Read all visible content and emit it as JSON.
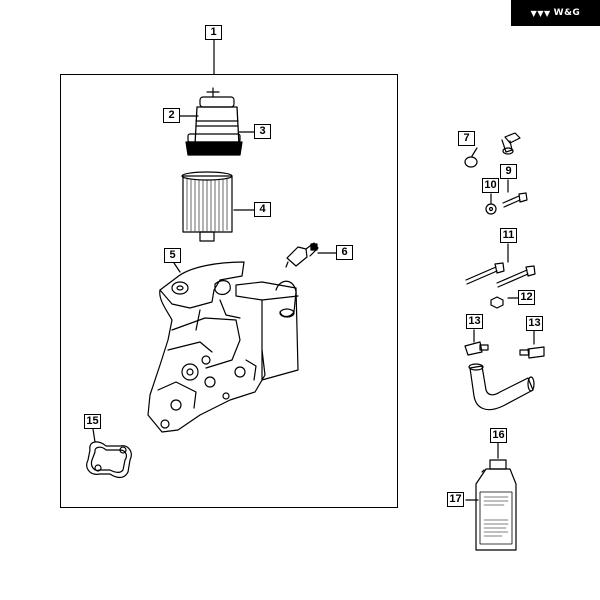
{
  "brand": {
    "icon": "wg-logo-icon",
    "text": "W&G"
  },
  "callouts": {
    "c1": "1",
    "c2": "2",
    "c3": "3",
    "c4": "4",
    "c5": "5",
    "c6": "6",
    "c7": "7",
    "c8": "9",
    "c9": "10",
    "c10": "11",
    "c11": "12",
    "c12": "13",
    "c13": "13",
    "c14": "15",
    "c15": "16",
    "c16": "17"
  },
  "colors": {
    "line": "#000000",
    "background": "#ffffff",
    "brand_bar": "#000000"
  }
}
